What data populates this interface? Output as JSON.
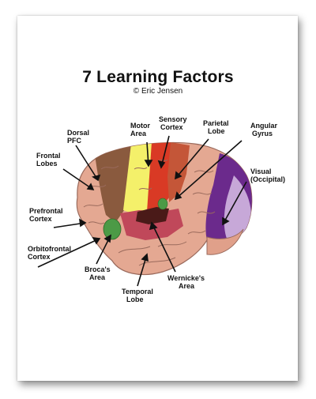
{
  "title": "7 Learning Factors",
  "subtitle": "© Eric Jensen",
  "labels": {
    "dorsal_pfc": [
      "Dorsal",
      "PFC"
    ],
    "motor_area": [
      "Motor",
      "Area"
    ],
    "sensory_cortex": [
      "Sensory",
      "Cortex"
    ],
    "parietal_lobe": [
      "Parietal",
      "Lobe"
    ],
    "angular_gyrus": [
      "Angular",
      "Gyrus"
    ],
    "frontal_lobes": [
      "Frontal",
      "Lobes"
    ],
    "visual_occipital": [
      "Visual",
      "(Occipital)"
    ],
    "prefrontal_cortex": [
      "Prefrontal",
      "Cortex"
    ],
    "orbitofrontal_cortex": [
      "Orbitofrontal",
      "Cortex"
    ],
    "brocas_area": [
      "Broca's",
      "Area"
    ],
    "wernickes_area": [
      "Wernicke's",
      "Area"
    ],
    "temporal_lobe": [
      "Temporal",
      "Lobe"
    ]
  },
  "colors": {
    "brain": "#e4a892",
    "brain_outline": "#9a6a5c",
    "dorsal_pfc": "#8a5a3e",
    "motor": "#f4f06a",
    "sensory": "#d93a25",
    "parietal": "#c45638",
    "occipital": "#6b2a8c",
    "occipital_light": "#c7a8d8",
    "broca": "#4c9a46",
    "wernicke": "#c0485a",
    "dark_core": "#4a1a18"
  }
}
